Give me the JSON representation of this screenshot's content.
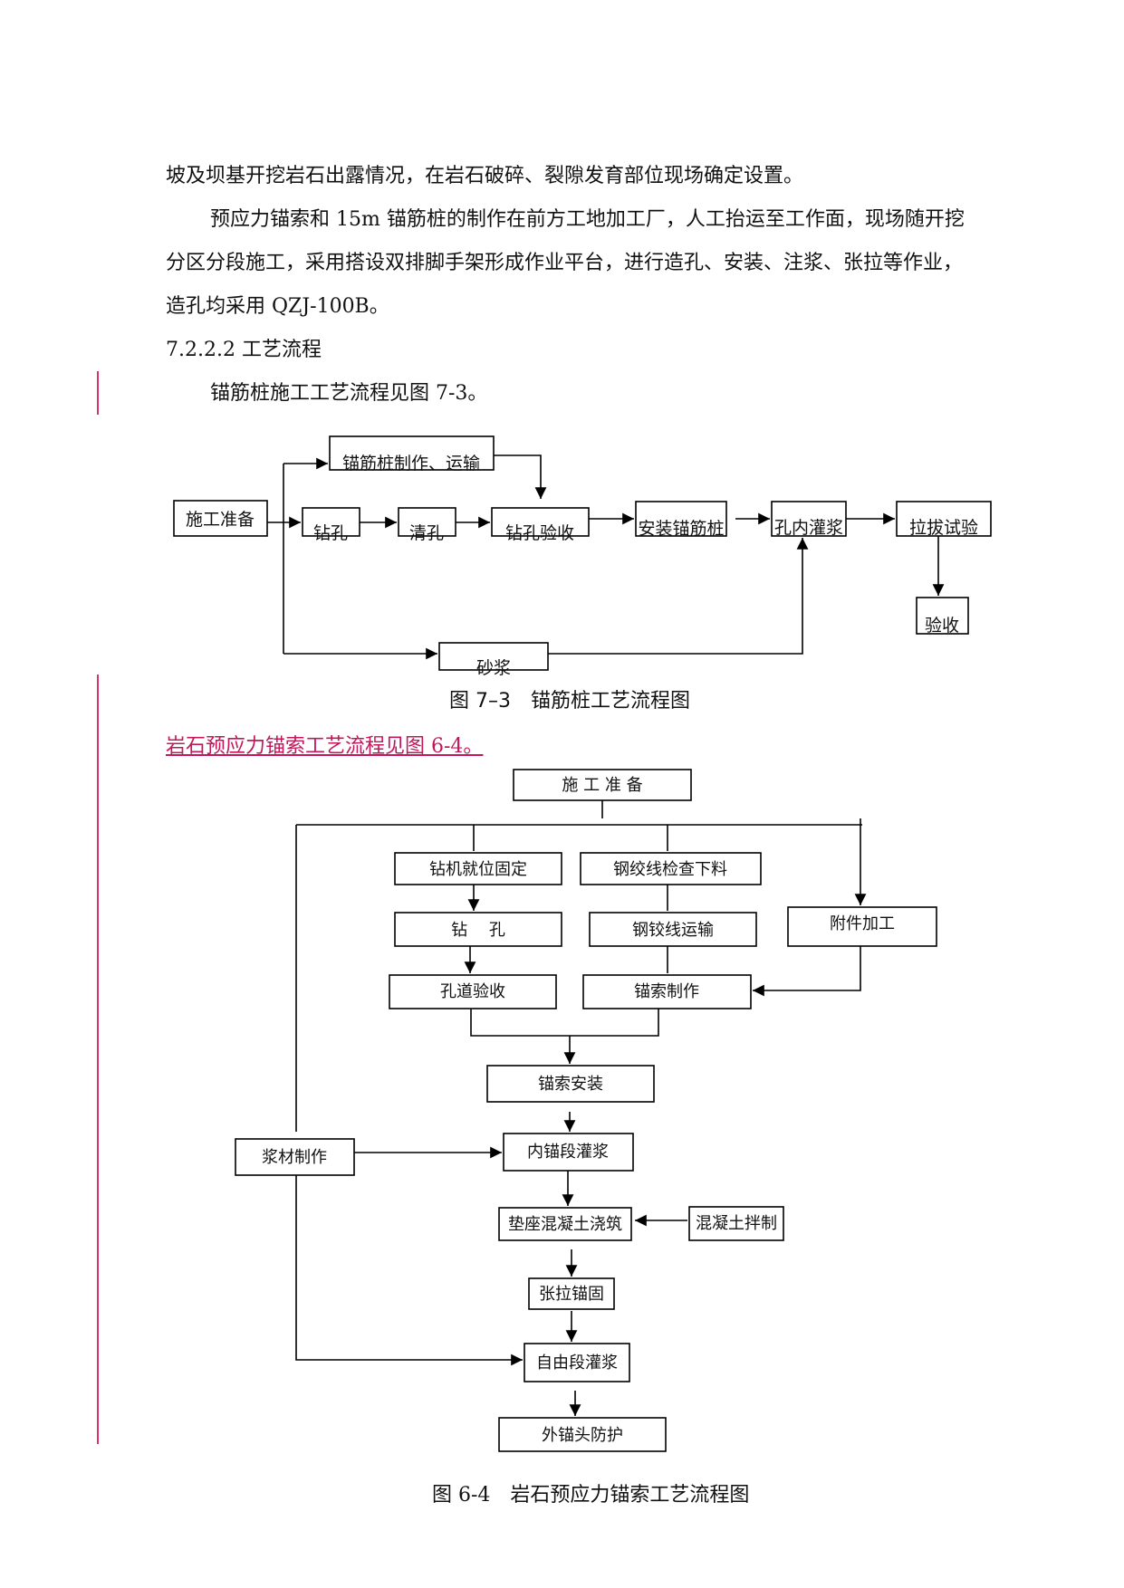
{
  "text": {
    "line1": "坡及坝基开挖岩石出露情况，在岩石破碎、裂隙发育部位现场确定设置。",
    "line2": "预应力锚索和 15m 锚筋桩的制作在前方工地加工厂，人工抬运至工作面，现场随开挖",
    "line3": "分区分段施工，采用搭设双排脚手架形成作业平台，进行造孔、安装、注浆、张拉等作业，",
    "line4": "造孔均采用 QZJ-100B。",
    "heading": "7.2.2.2 工艺流程",
    "line5": "锚筋桩施工工艺流程见图 7-3。",
    "caption1": "图 7–3　锚筋桩工艺流程图",
    "link": "岩石预应力锚索工艺流程见图 6-4。",
    "caption2": "图 6-4　岩石预应力锚索工艺流程图"
  },
  "flow1": {
    "prep": "施工准备",
    "make": "锚筋桩制作、运输",
    "drill": "钻孔",
    "clean": "清孔",
    "inspect": "钻孔验收",
    "install": "安装锚筋桩",
    "grout": "孔内灌浆",
    "pull": "拉拔试验",
    "accept": "验收",
    "mortar": "砂浆"
  },
  "flow2": {
    "prep": "施 工 准 备",
    "rig": "钻机就位固定",
    "strand_check": "钢绞线检查下料",
    "drill": "钻　 孔",
    "strand_transport": "钢铰线运输",
    "fittings": "附件加工",
    "hole_accept": "孔道验收",
    "cable_make": "锚索制作",
    "cable_install": "锚索安装",
    "slurry": "浆材制作",
    "inner_grout": "内锚段灌浆",
    "pad_pour": "垫座混凝土浇筑",
    "concrete_mix": "混凝土拌制",
    "tension": "张拉锚固",
    "free_grout": "自由段灌浆",
    "protect": "外锚头防护"
  },
  "colors": {
    "margin_bar": "#d6336c",
    "link": "#c2185b",
    "line": "#000000"
  }
}
